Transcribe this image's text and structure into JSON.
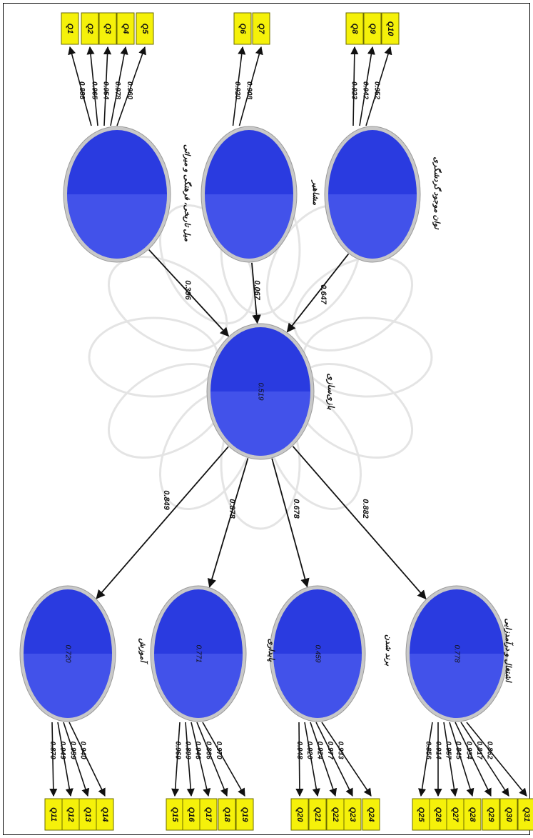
{
  "diagram": {
    "central": {
      "label": "بازی‌سازی",
      "r2": "0.519"
    },
    "exogenous": [
      {
        "id": "heritage",
        "label": "میل تاریخی، فرهنگی و میراثی",
        "path": "0.396",
        "items": [
          {
            "q": "Q1",
            "w": "0.888"
          },
          {
            "q": "Q2",
            "w": "0.965"
          },
          {
            "q": "Q3",
            "w": "0.954"
          },
          {
            "q": "Q4",
            "w": "0.978"
          },
          {
            "q": "Q5",
            "w": "0.960"
          }
        ]
      },
      {
        "id": "celebrities",
        "label": "مشاهیر",
        "path": "0.067",
        "items": [
          {
            "q": "Q6",
            "w": "0.920"
          },
          {
            "q": "Q7",
            "w": "0.908"
          }
        ]
      },
      {
        "id": "tourism",
        "label": "توان موجود گردشگری",
        "path": "0.647",
        "items": [
          {
            "q": "Q8",
            "w": "0.923"
          },
          {
            "q": "Q9",
            "w": "0.942"
          },
          {
            "q": "Q10",
            "w": "0.952"
          }
        ]
      }
    ],
    "endogenous": [
      {
        "id": "education",
        "label": "آموزش",
        "r2": "0.720",
        "path": "0.849",
        "items": [
          {
            "q": "Q11",
            "w": "0.870"
          },
          {
            "q": "Q12",
            "w": "0.949"
          },
          {
            "q": "Q13",
            "w": "0.959"
          },
          {
            "q": "Q14",
            "w": "0.940"
          }
        ]
      },
      {
        "id": "sustainability",
        "label": "پایداری",
        "r2": "0.771",
        "path": "0.878",
        "items": [
          {
            "q": "Q15",
            "w": "0.969"
          },
          {
            "q": "Q16",
            "w": "0.899"
          },
          {
            "q": "Q17",
            "w": "0.946"
          },
          {
            "q": "Q18",
            "w": "0.866"
          },
          {
            "q": "Q19",
            "w": "0.970"
          }
        ]
      },
      {
        "id": "branding",
        "label": "برند شدن",
        "r2": "0.459",
        "path": "0.678",
        "items": [
          {
            "q": "Q20",
            "w": "0.948"
          },
          {
            "q": "Q21",
            "w": "0.920"
          },
          {
            "q": "Q22",
            "w": "0.924"
          },
          {
            "q": "Q23",
            "w": "0.977"
          },
          {
            "q": "Q24",
            "w": "0.933"
          }
        ]
      },
      {
        "id": "employment",
        "label": "اشتغال و درآمدزایی",
        "r2": "0.778",
        "path": "0.882",
        "items": [
          {
            "q": "Q25",
            "w": "0.856"
          },
          {
            "q": "Q26",
            "w": "0.914"
          },
          {
            "q": "Q27",
            "w": "0.957"
          },
          {
            "q": "Q28",
            "w": "0.845"
          },
          {
            "q": "Q29",
            "w": "0.934"
          },
          {
            "q": "Q30",
            "w": "0.817"
          },
          {
            "q": "Q31",
            "w": "0.862"
          }
        ]
      }
    ]
  },
  "colors": {
    "construct": "#2a3be0",
    "construct_highlight": "#5566f2",
    "construct_ring": "#c8c8c8",
    "indicator_fill": "#f5f10a",
    "indicator_border": "#6b6b00",
    "arrow": "#111111"
  }
}
